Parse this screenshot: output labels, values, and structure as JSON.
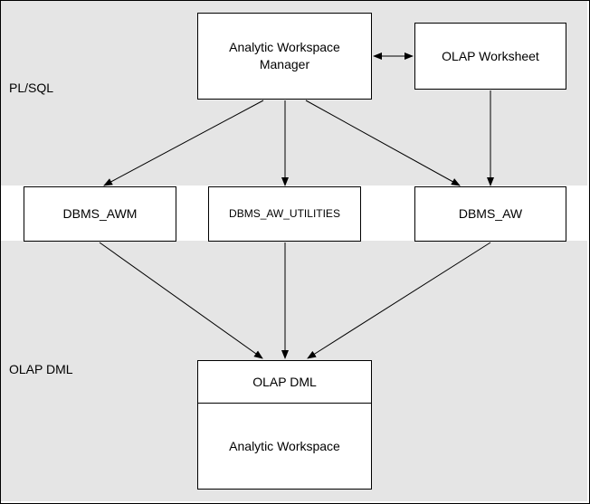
{
  "layers": {
    "plsql": "PL/SQL",
    "olap_dml": "OLAP DML"
  },
  "boxes": {
    "awm": "Analytic Workspace Manager",
    "worksheet": "OLAP Worksheet",
    "dbms_awm": "DBMS_AWM",
    "dbms_aw_utilities": "DBMS_AW_UTILITIES",
    "dbms_aw": "DBMS_AW",
    "olap_dml": "OLAP DML",
    "analytic_workspace": "Analytic Workspace"
  },
  "colors": {
    "band": "#e5e5e5",
    "box_fill": "#ffffff",
    "stroke": "#000000"
  }
}
